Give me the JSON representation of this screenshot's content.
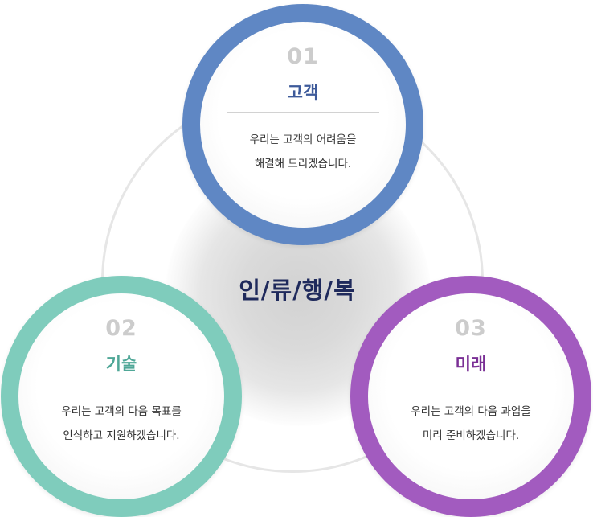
{
  "center": {
    "title": "인/류/행/복"
  },
  "values": [
    {
      "number": "01",
      "name": "고객",
      "line1": "우리는 고객의 어려움을",
      "line2": "해결해 드리겠습니다.",
      "color": "#5f87c4"
    },
    {
      "number": "02",
      "name": "기술",
      "line1": "우리는 고객의 다음 목표를",
      "line2": "인식하고 지원하겠습니다.",
      "color": "#7fccbc"
    },
    {
      "number": "03",
      "name": "미래",
      "line1": "우리는 고객의 다음 과업을",
      "line2": "미리 준비하겠습니다.",
      "color": "#a25bbf"
    }
  ]
}
